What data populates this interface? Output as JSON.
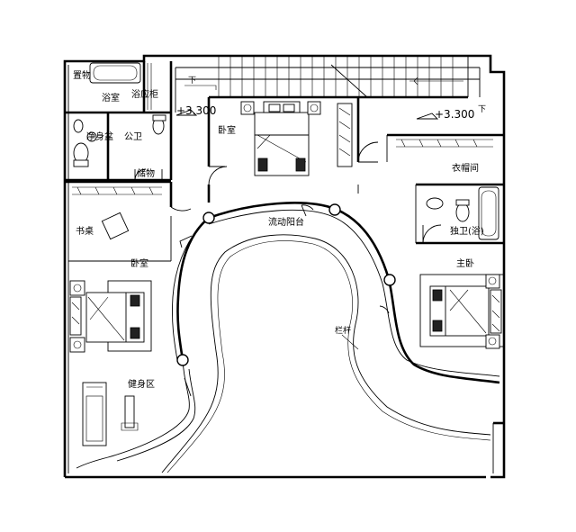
{
  "labels": {
    "storage_top": "置物",
    "bath": "浴室",
    "bath_cabinet": "浴应柜",
    "wash_basin": "净身盆",
    "public_wc": "公卫",
    "storage": "储物",
    "level_left": "+3.300",
    "level_right": "+3.300",
    "down_left": "下",
    "down_right": "下",
    "bedroom_top": "卧室",
    "wardrobe": "衣帽间",
    "ensuite_bath": "独卫(浴)",
    "master_bedroom": "主卧",
    "study_desk": "书桌",
    "bedroom_left": "卧室",
    "flow_terrace": "流动阳台",
    "railing": "栏杆",
    "gym": "健身区"
  },
  "colors": {
    "line": "#000000",
    "background": "#ffffff"
  }
}
